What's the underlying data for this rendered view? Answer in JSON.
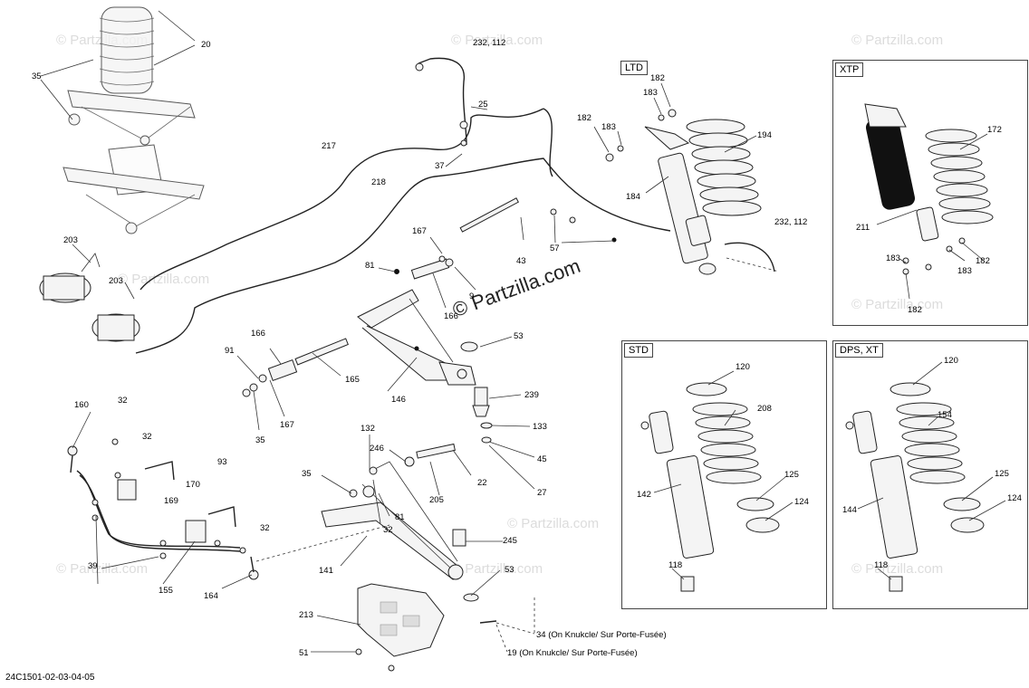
{
  "diagram_id": "24C1501-02-03-04-05",
  "watermark": "© Partzilla.com",
  "boxes": {
    "ltd": "LTD",
    "xtp": "XTP",
    "std": "STD",
    "dps_xt": "DPS, XT"
  },
  "notes": {
    "n34": "34 (On Knukcle/ Sur Porte-Fusée)",
    "n19": "19 (On Knukcle/ Sur Porte-Fusée)"
  },
  "callouts": [
    {
      "t": "20"
    },
    {
      "t": "35"
    },
    {
      "t": "232, 112"
    },
    {
      "t": "25"
    },
    {
      "t": "217"
    },
    {
      "t": "37"
    },
    {
      "t": "218"
    },
    {
      "t": "203"
    },
    {
      "t": "203"
    },
    {
      "t": "167"
    },
    {
      "t": "43"
    },
    {
      "t": "81"
    },
    {
      "t": "9"
    },
    {
      "t": "166"
    },
    {
      "t": "57"
    },
    {
      "t": "166"
    },
    {
      "t": "53"
    },
    {
      "t": "91"
    },
    {
      "t": "165"
    },
    {
      "t": "146"
    },
    {
      "t": "239"
    },
    {
      "t": "35"
    },
    {
      "t": "167"
    },
    {
      "t": "133"
    },
    {
      "t": "160"
    },
    {
      "t": "32"
    },
    {
      "t": "132"
    },
    {
      "t": "246"
    },
    {
      "t": "45"
    },
    {
      "t": "32"
    },
    {
      "t": "93"
    },
    {
      "t": "22"
    },
    {
      "t": "35"
    },
    {
      "t": "27"
    },
    {
      "t": "170"
    },
    {
      "t": "169"
    },
    {
      "t": "205"
    },
    {
      "t": "81"
    },
    {
      "t": "32"
    },
    {
      "t": "32"
    },
    {
      "t": "245"
    },
    {
      "t": "39"
    },
    {
      "t": "141"
    },
    {
      "t": "53"
    },
    {
      "t": "155"
    },
    {
      "t": "164"
    },
    {
      "t": "213"
    },
    {
      "t": "51"
    },
    {
      "t": "182"
    },
    {
      "t": "183"
    },
    {
      "t": "182"
    },
    {
      "t": "183"
    },
    {
      "t": "194"
    },
    {
      "t": "184"
    },
    {
      "t": "232, 112"
    },
    {
      "t": "172"
    },
    {
      "t": "211"
    },
    {
      "t": "183"
    },
    {
      "t": "183"
    },
    {
      "t": "182"
    },
    {
      "t": "182"
    },
    {
      "t": "120"
    },
    {
      "t": "208"
    },
    {
      "t": "142"
    },
    {
      "t": "125"
    },
    {
      "t": "124"
    },
    {
      "t": "118"
    },
    {
      "t": "120"
    },
    {
      "t": "154"
    },
    {
      "t": "144"
    },
    {
      "t": "125"
    },
    {
      "t": "124"
    },
    {
      "t": "118"
    }
  ]
}
